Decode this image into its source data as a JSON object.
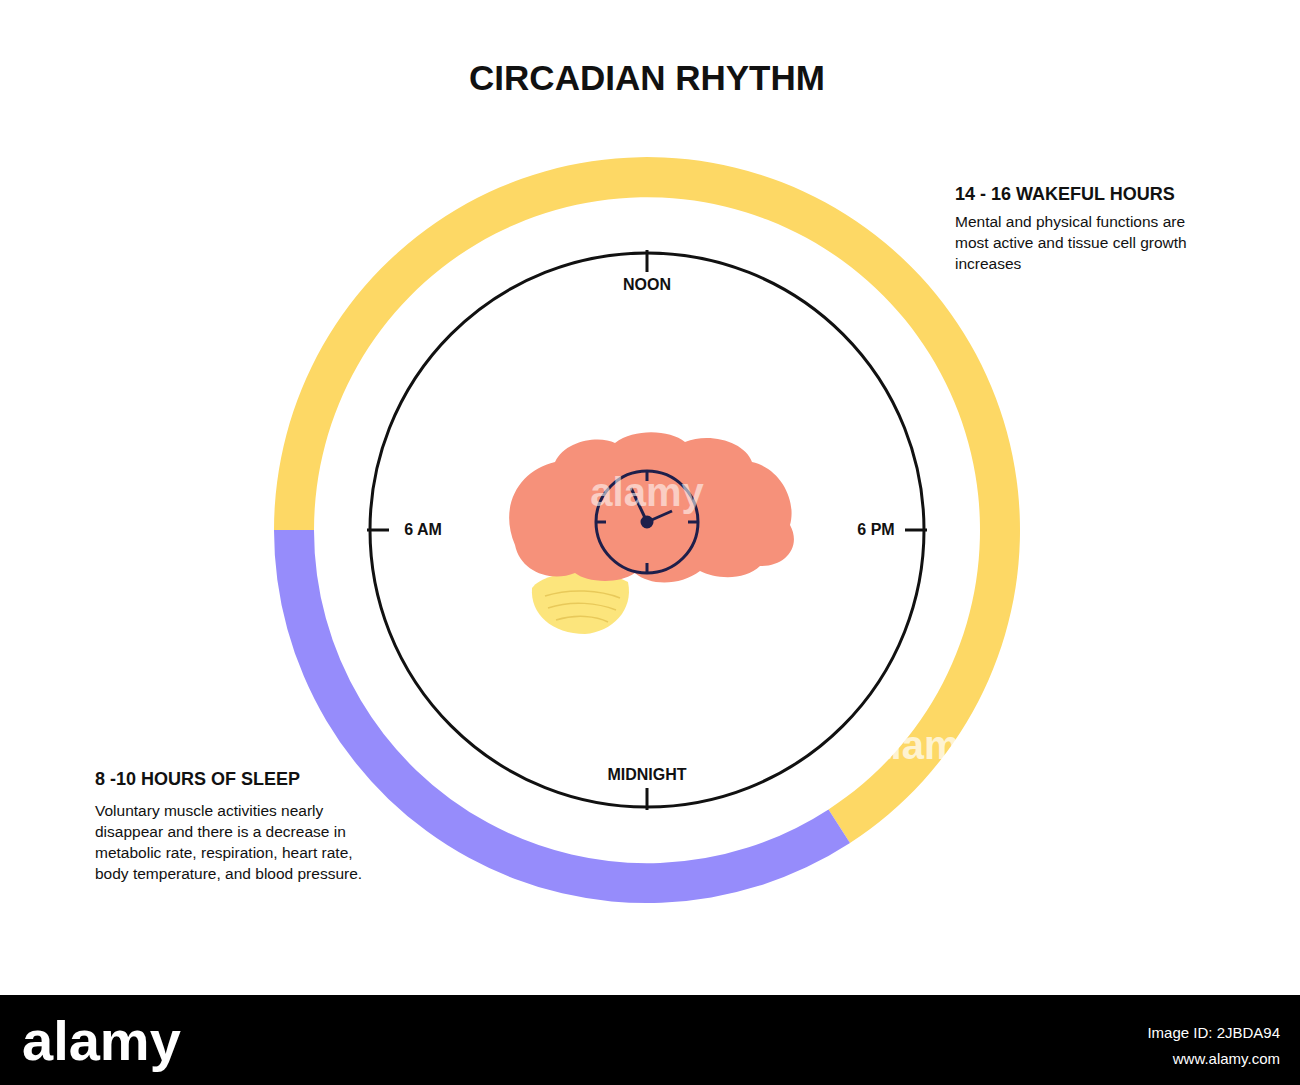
{
  "diagram": {
    "title": "CIRCADIAN RHYTHM",
    "labels": [
      "NOON",
      "6 AM",
      "6 PM",
      "MIDNIGHT",
      "14 - 16 WAKEFUL HOURS",
      "Mental and physical functions are most active and tissue cell growth increases",
      "8 -10 HOURS OF SLEEP",
      "Voluntary muscle activities nearly disappear and there is a decrease in metabolic rate, respiration, heart rate, body temperature, and blood pressure.",
      "alamy",
      "alamy",
      "alamy",
      "Image ID: 2JBDA94",
      "www.alamy.com"
    ]
  }
}
